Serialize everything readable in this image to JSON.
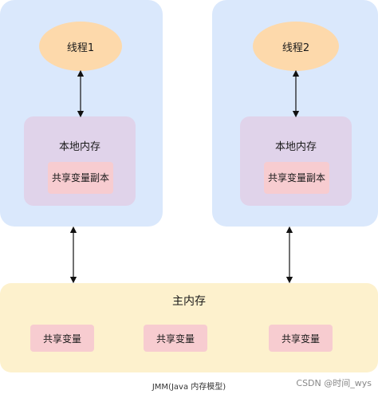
{
  "threads": [
    {
      "label": "线程1",
      "local_memory": "本地内存",
      "copy": "共享变量副本"
    },
    {
      "label": "线程2",
      "local_memory": "本地内存",
      "copy": "共享变量副本"
    }
  ],
  "main_memory": {
    "label": "主内存",
    "variables": [
      "共享变量",
      "共享变量",
      "共享变量"
    ]
  },
  "caption": "JMM(Java 内存模型)",
  "watermark": "CSDN @时间_wys",
  "colors": {
    "thread_panel": "#dae8fc",
    "thread_node": "#fdd9ab",
    "local_memory": "#e0d3ea",
    "variable": "#f7ccd0",
    "main_memory": "#fdf1cd"
  }
}
